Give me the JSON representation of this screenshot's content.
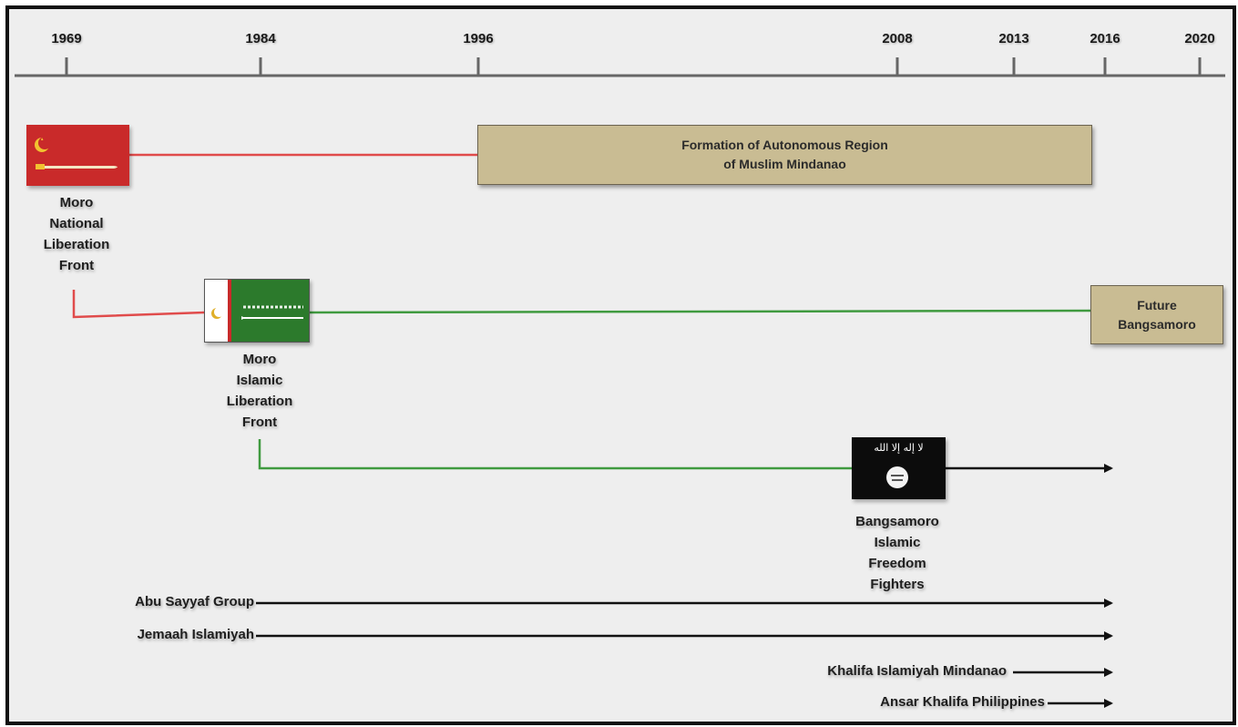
{
  "timeline": {
    "years": [
      "1969",
      "1984",
      "1996",
      "2008",
      "2013",
      "2016",
      "2020"
    ]
  },
  "boxes": {
    "armm_line1": "Formation of Autonomous Region",
    "armm_line2": "of Muslim Mindanao",
    "future_line1": "Future",
    "future_line2": "Bangsamoro"
  },
  "groups": {
    "mnlf": [
      "Moro",
      "National",
      "Liberation",
      "Front"
    ],
    "milf": [
      "Moro",
      "Islamic",
      "Liberation",
      "Front"
    ],
    "biff": [
      "Bangsamoro",
      "Islamic",
      "Freedom",
      "Fighters"
    ]
  },
  "flags": {
    "biff_text": "لا إله إلا الله"
  },
  "lines": {
    "asg": "Abu Sayyaf Group",
    "ji": "Jemaah Islamiyah",
    "kim": "Khalifa Islamiyah Mindanao",
    "akp": "Ansar Khalifa Philippines"
  },
  "colors": {
    "mnlf": "#e04b4b",
    "milf": "#3f9a3f",
    "arrow": "#111111",
    "tan": "#c9bc93"
  }
}
